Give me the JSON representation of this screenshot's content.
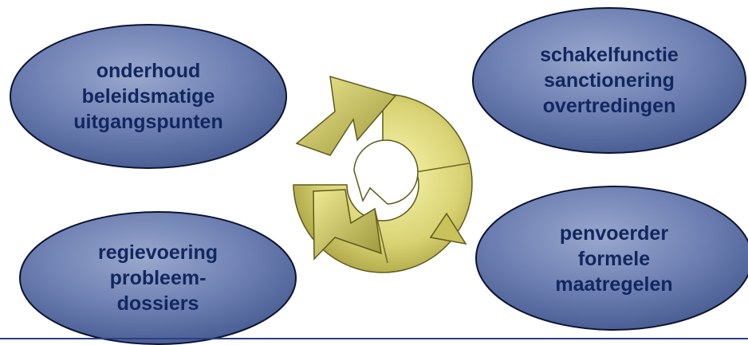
{
  "diagram": {
    "nodes": [
      {
        "id": "top-left",
        "text": "onderhoud\nbeleidsmatige\nuitgangspunten"
      },
      {
        "id": "top-right",
        "text": "schakelfunctie\nsanctionering\novertredingen"
      },
      {
        "id": "bottom-left",
        "text": "regievoering\nprobleem-\ndossiers"
      },
      {
        "id": "bottom-right",
        "text": "penvoerder\nformele\nmaatregelen"
      }
    ],
    "center": {
      "icon": "cycle-arrows-icon"
    }
  },
  "colors": {
    "ellipse_fill_light": "#8d9cc4",
    "ellipse_fill_dark": "#4a5f98",
    "ellipse_stroke": "#0b1430",
    "text": "#12265f",
    "cycle_light": "#f3f09a",
    "cycle_dark": "#a59f3c",
    "rule": "#2a3f86"
  }
}
